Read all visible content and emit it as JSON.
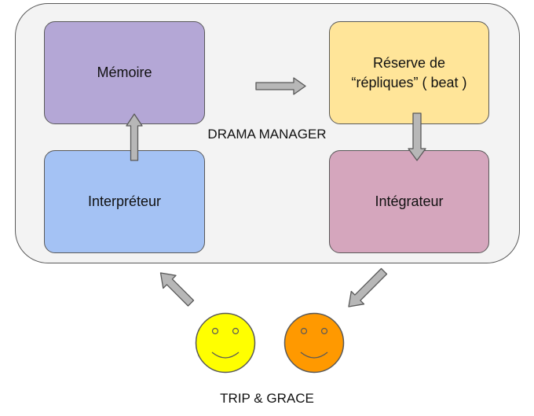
{
  "title": "DRAMA MANAGER",
  "footer": "TRIP & GRACE",
  "boxes": {
    "memoire": {
      "label": "Mémoire",
      "color": "#b4a7d6"
    },
    "reserve": {
      "label": "Réserve de\n“répliques” ( beat )",
      "color": "#ffe599"
    },
    "interpreteur": {
      "label": "Interpréteur",
      "color": "#a4c2f4"
    },
    "integrateur": {
      "label": "Intégrateur",
      "color": "#d5a6bd"
    }
  },
  "faces": [
    {
      "name": "trip",
      "color": "#ffff00"
    },
    {
      "name": "grace",
      "color": "#ff9900"
    }
  ],
  "colors": {
    "arrow_fill": "#b7b7b7",
    "stroke": "#595959",
    "container_fill": "#f3f3f3"
  }
}
